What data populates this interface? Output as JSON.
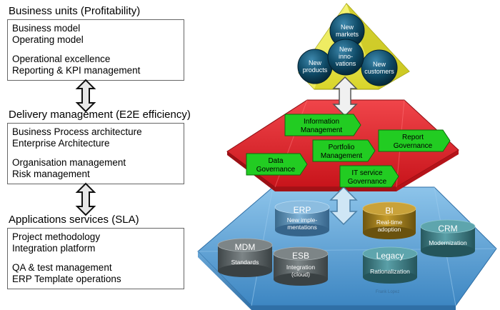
{
  "left": {
    "sections": [
      {
        "title": "Business units (Profitability)",
        "group1": [
          "Business model",
          "Operating model"
        ],
        "group2": [
          "Operational excellence",
          "Reporting & KPI management"
        ]
      },
      {
        "title": "Delivery management (E2E efficiency)",
        "group1": [
          "Business Process architecture",
          "Enterprise Architecture"
        ],
        "group2": [
          "Organisation management",
          "Risk management"
        ]
      },
      {
        "title": "Applications services (SLA)",
        "group1": [
          "Project methodology",
          "Integration platform"
        ],
        "group2": [
          "QA & test management",
          "ERP Template operations"
        ]
      }
    ]
  },
  "pyramid": {
    "top": {
      "balls": [
        {
          "label": [
            "New",
            "markets"
          ]
        },
        {
          "label": [
            "New",
            "inno-",
            "vations"
          ]
        },
        {
          "label": [
            "New",
            "products"
          ]
        },
        {
          "label": [
            "New",
            "customers"
          ]
        }
      ]
    },
    "middle": {
      "tags": [
        {
          "label": [
            "Information",
            "Management"
          ]
        },
        {
          "label": [
            "Report",
            "Governance"
          ]
        },
        {
          "label": [
            "Portfolio",
            "Management"
          ]
        },
        {
          "label": [
            "Data",
            "Governance"
          ]
        },
        {
          "label": [
            "IT service",
            "Governance"
          ]
        }
      ]
    },
    "bottom": {
      "cylinders": [
        {
          "title": "ERP",
          "sub": [
            "New imple-",
            "mentations"
          ]
        },
        {
          "title": "BI",
          "sub": [
            "Real-time",
            "adoption"
          ]
        },
        {
          "title": "CRM",
          "sub": [
            "Modernization"
          ]
        },
        {
          "title": "MDM",
          "sub": [
            "Standards"
          ]
        },
        {
          "title": "ESB",
          "sub": [
            "Integration",
            "(cloud)"
          ]
        },
        {
          "title": "Legacy",
          "sub": [
            "Rationalization"
          ]
        }
      ],
      "watermark": "Frank Lopez"
    }
  },
  "colors": {
    "yellow": "#e9e84a",
    "red": "#e01f26",
    "blue": "#5aa2d4",
    "green": "#22cc22",
    "ball": "#0f4a66",
    "cyl_gray": "#5f6769",
    "cyl_gold": "#a07f1e",
    "cyl_teal": "#3f7f86"
  }
}
